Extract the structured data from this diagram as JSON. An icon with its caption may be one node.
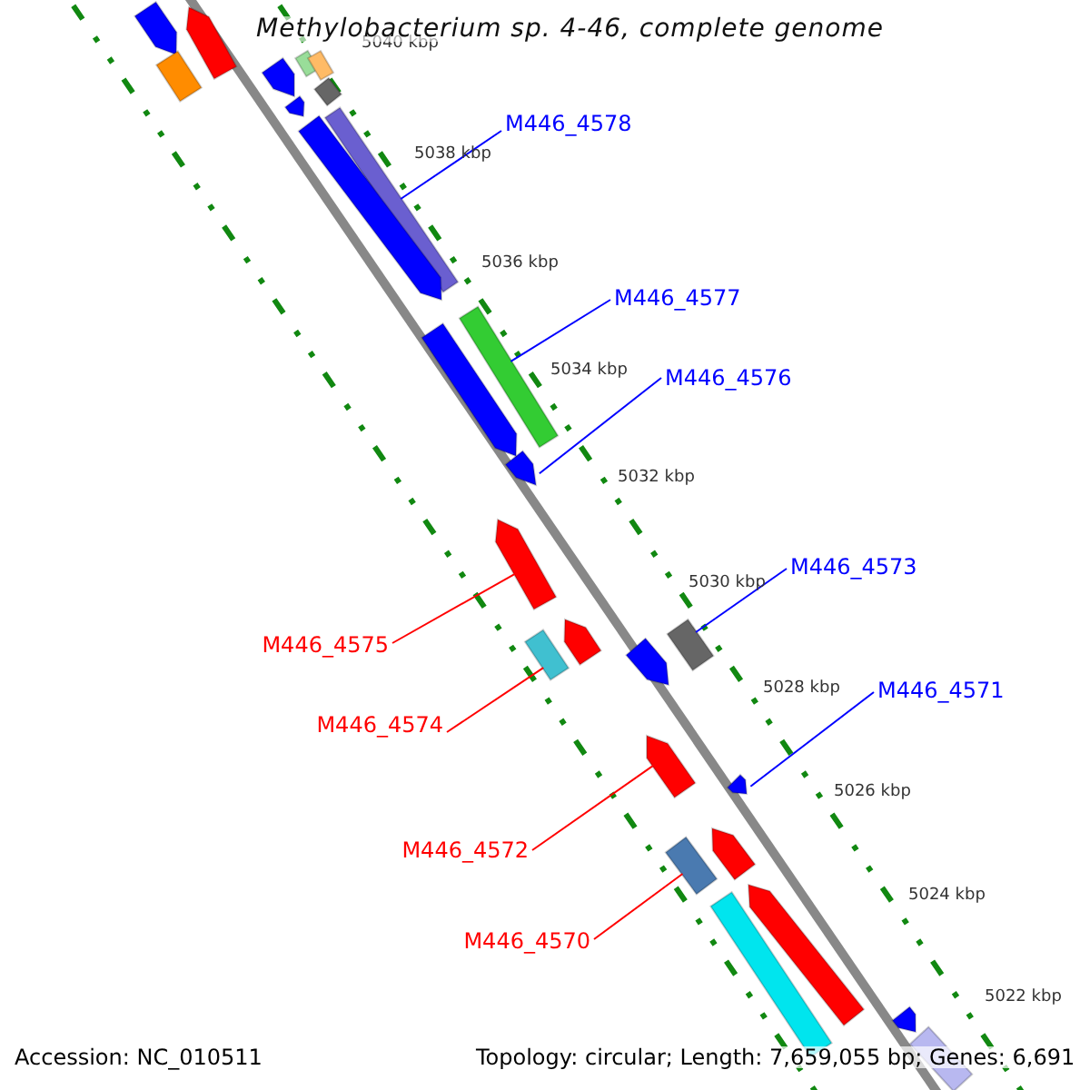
{
  "diagram": {
    "title": "Methylobacterium sp. 4-46, complete genome",
    "nodes": [
      {
        "text": [
          "M446_4578"
        ]
      },
      {
        "text": [],
        "shape": "bar"
      },
      {
        "text": [
          "M446_4577"
        ]
      },
      {
        "text": [],
        "shape": "bar"
      },
      {
        "text": [
          "M446_4576"
        ]
      },
      {
        "text": [],
        "shape": "arrow"
      },
      {
        "text": [
          "M446_4575"
        ]
      },
      {
        "text": [],
        "shape": "arrow"
      },
      {
        "text": [
          "M446_4573"
        ]
      },
      {
        "text": [],
        "shape": "bar"
      },
      {
        "text": [
          "M446_4574"
        ]
      },
      {
        "text": [],
        "shape": "bar"
      },
      {
        "text": [
          "M446_4571"
        ]
      },
      {
        "text": [],
        "shape": "arrow"
      },
      {
        "text": [
          "M446_4572"
        ]
      },
      {
        "text": [],
        "shape": "arrow"
      },
      {
        "text": [
          "M446_4570"
        ]
      },
      {
        "text": [],
        "shape": "bar"
      },
      {
        "text": [],
        "shape": "arrow"
      },
      {
        "text": [],
        "shape": "arrow"
      },
      {
        "text": [],
        "shape": "bar"
      },
      {
        "text": [],
        "shape": "arrow"
      },
      {
        "text": [],
        "shape": "bar"
      },
      {
        "text": [],
        "shape": "bar"
      },
      {
        "text": [],
        "shape": "bar"
      },
      {
        "text": [],
        "shape": "arrow"
      },
      {
        "text": [],
        "shape": "arrow"
      },
      {
        "text": [],
        "shape": "arrow"
      },
      {
        "text": [],
        "shape": "arrow"
      },
      {
        "text": [],
        "shape": "arrow"
      },
      {
        "text": [],
        "shape": "arrow"
      },
      {
        "text": [],
        "shape": "arrow"
      },
      {
        "text": [],
        "shape": "bar"
      },
      {
        "text": [],
        "shape": "arrow"
      },
      {
        "text": [],
        "shape": "bar"
      }
    ],
    "edges": [
      {
        "from": 0,
        "to": 1,
        "arrow": "none"
      },
      {
        "from": 2,
        "to": 3,
        "arrow": "none"
      },
      {
        "from": 4,
        "to": 5,
        "arrow": "none"
      },
      {
        "from": 6,
        "to": 7,
        "arrow": "none",
        "color": "#ff0000"
      },
      {
        "from": 8,
        "to": 9,
        "arrow": "none"
      },
      {
        "from": 10,
        "to": 11,
        "arrow": "none",
        "color": "#ff0000"
      },
      {
        "from": 12,
        "to": 13,
        "arrow": "none"
      },
      {
        "from": 14,
        "to": 15,
        "arrow": "none",
        "color": "#ff0000"
      },
      {
        "from": 16,
        "to": 17,
        "arrow": "none",
        "color": "#ff0000"
      }
    ],
    "labels": [
      "5040 kbp",
      "5038 kbp",
      "5036 kbp",
      "5034 kbp",
      "5032 kbp",
      "5030 kbp",
      "5028 kbp",
      "5026 kbp",
      "5024 kbp",
      "5022 kbp",
      "Accession: NC_010511",
      "Topology: circular; Length: 7,659,055 bp; Genes: 6,691"
    ]
  }
}
